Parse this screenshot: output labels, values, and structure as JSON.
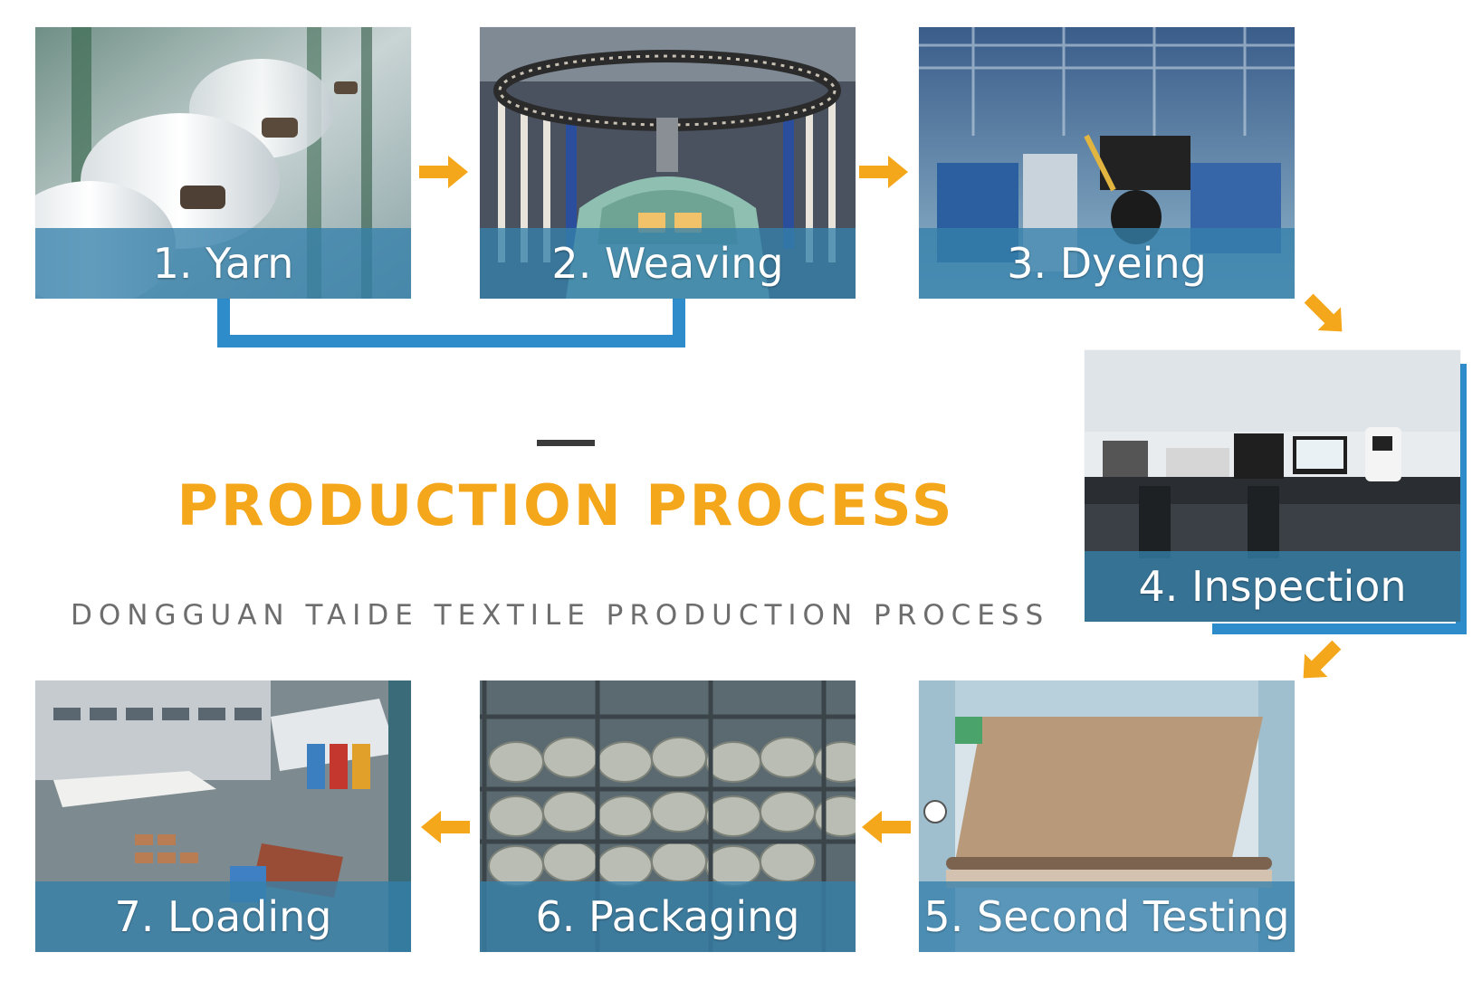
{
  "title": "PRODUCTION PROCESS",
  "subtitle": "DONGGUAN TAIDE TEXTILE PRODUCTION PROCESS",
  "colors": {
    "accent_orange": "#f5a71b",
    "connector_blue": "#2d8cc9",
    "caption_blue": "#3480aa"
  },
  "steps": [
    {
      "label": "1. Yarn"
    },
    {
      "label": "2. Weaving"
    },
    {
      "label": "3. Dyeing"
    },
    {
      "label": "4. Inspection"
    },
    {
      "label": "5. Second Testing"
    },
    {
      "label": "6. Packaging"
    },
    {
      "label": "7. Loading"
    }
  ],
  "icons": {
    "flow_arrow": "arrow-icon"
  }
}
